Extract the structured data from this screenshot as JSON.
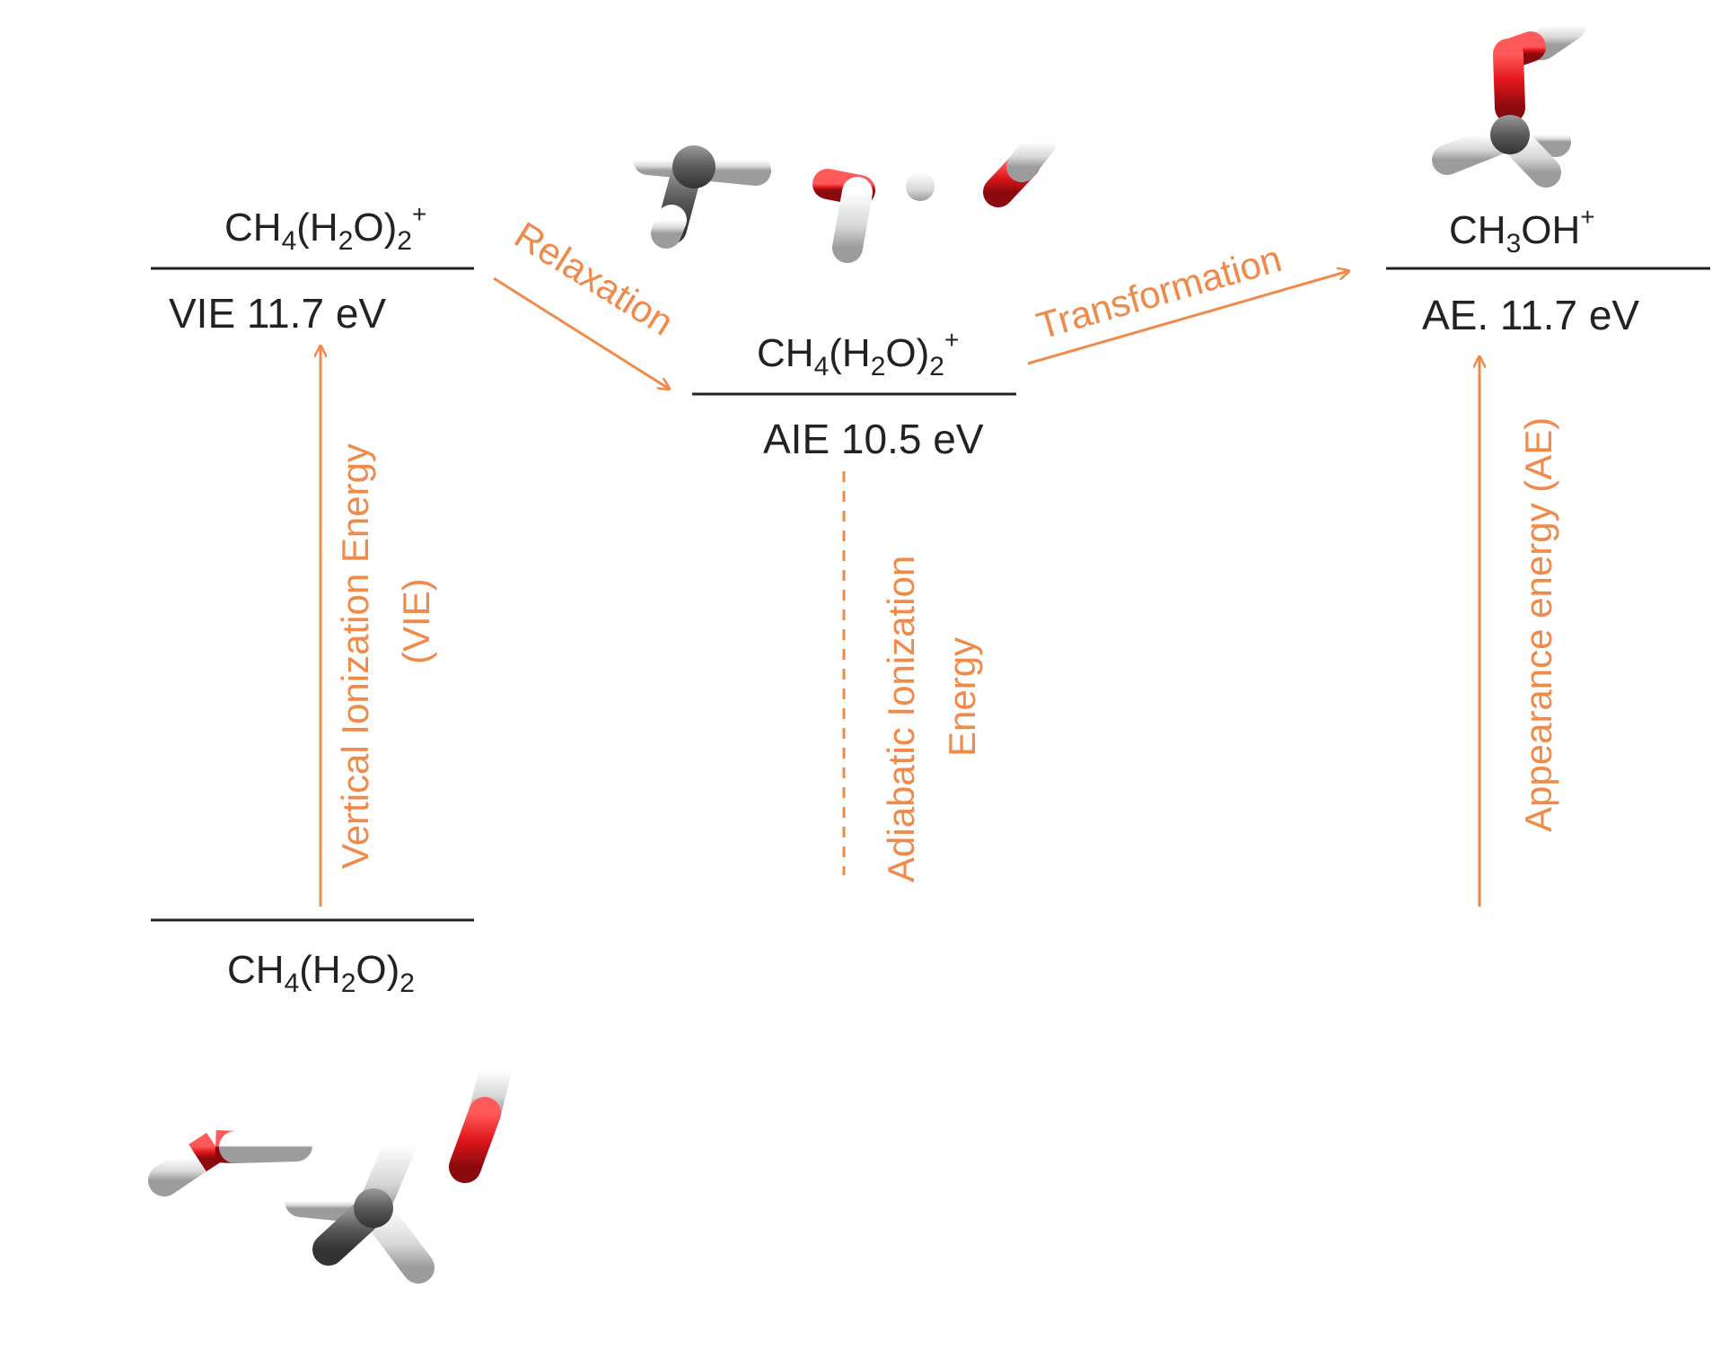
{
  "colors": {
    "accent": "#f08a4b",
    "line": "#222222",
    "carbon": "#6b6b6b",
    "oxygen": "#e0161b",
    "hydrogen": "#e6e6e6"
  },
  "levels": {
    "ground": {
      "formula": "CH",
      "sub1": "4",
      "paren": "(H",
      "sub2": "2",
      "close": "O)",
      "sub3": "2"
    },
    "vertical": {
      "formula": "CH",
      "sub1": "4",
      "paren": "(H",
      "sub2": "2",
      "close": "O)",
      "sub3": "2",
      "sup": "+",
      "energy": "VIE 11.7 eV"
    },
    "adiabatic": {
      "formula": "CH",
      "sub1": "4",
      "paren": "(H",
      "sub2": "2",
      "close": "O)",
      "sub3": "2",
      "sup": "+",
      "energy": "AIE 10.5 eV"
    },
    "product": {
      "formula": "CH",
      "sub1": "3",
      "rest": "OH",
      "sup": "+",
      "energy": "AE. 11.7 eV"
    }
  },
  "transitions": {
    "relaxation": "Relaxation",
    "transformation": "Transformation",
    "vie_line1": "Vertical Ionization Energy",
    "vie_line2": "(VIE)",
    "aie_line1": "Adiabatic Ionization",
    "aie_line2": "Energy",
    "ae": "Appearance energy (AE)"
  },
  "molecules": [
    {
      "id": "molecule-ground",
      "atoms": "C-H-O"
    },
    {
      "id": "molecule-adiabatic",
      "atoms": "C-H-O"
    },
    {
      "id": "molecule-product",
      "atoms": "C-H-O"
    }
  ]
}
